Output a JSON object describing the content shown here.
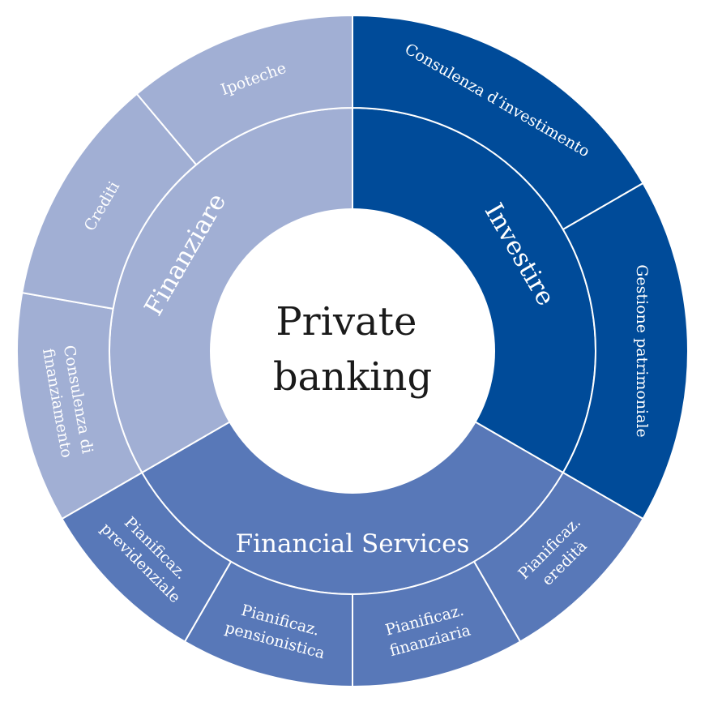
{
  "center": {
    "line1": "Private",
    "line2": "banking"
  },
  "inner": [
    {
      "id": "investire",
      "label": "Investire",
      "color": "#004b99"
    },
    {
      "id": "financial-services",
      "label": "Financial Services",
      "color": "#5878b8"
    },
    {
      "id": "finanziare",
      "label": "Finanziare",
      "color": "#a1afd4"
    }
  ],
  "outer": [
    {
      "id": "consulenza-investimento",
      "lines": [
        "Consulenza d’investimento"
      ],
      "color": "#004b99"
    },
    {
      "id": "gestione-patrimoniale",
      "lines": [
        "Gestione patrimoniale"
      ],
      "color": "#004b99"
    },
    {
      "id": "pianificaz-eredita",
      "lines": [
        "Pianificaz.",
        "eredità"
      ],
      "color": "#5878b8"
    },
    {
      "id": "pianificaz-finanziaria",
      "lines": [
        "Pianificaz.",
        "finanziaria"
      ],
      "color": "#5878b8"
    },
    {
      "id": "pianificaz-pensionistica",
      "lines": [
        "Pianificaz.",
        "pensionistica"
      ],
      "color": "#5878b8"
    },
    {
      "id": "pianificaz-previdenziale",
      "lines": [
        "Pianificaz.",
        "previdenziale"
      ],
      "color": "#5878b8"
    },
    {
      "id": "consulenza-finanziamento",
      "lines": [
        "Consulenza di",
        "finanziamento"
      ],
      "color": "#a1afd4"
    },
    {
      "id": "crediti",
      "lines": [
        "Crediti"
      ],
      "color": "#a1afd4"
    },
    {
      "id": "ipoteche",
      "lines": [
        "Ipoteche"
      ],
      "color": "#a1afd4"
    }
  ]
}
